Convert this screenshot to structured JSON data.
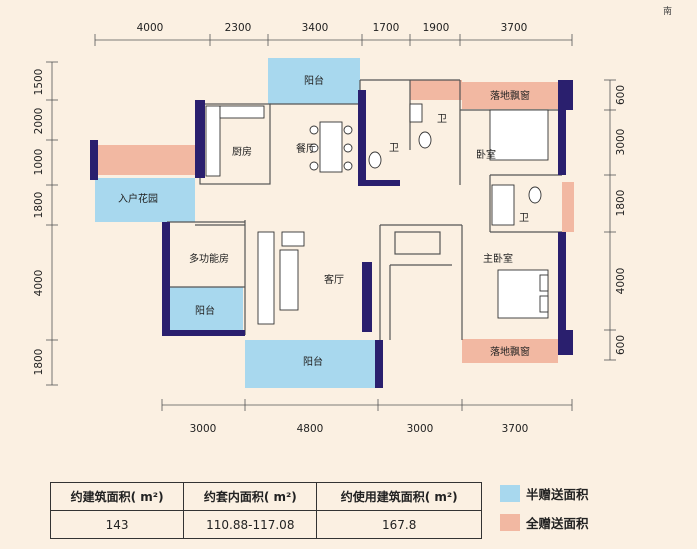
{
  "compass_label": "南",
  "dims": {
    "top": [
      "4000",
      "2300",
      "3400",
      "1700",
      "1900",
      "3700"
    ],
    "bottom": [
      "3000",
      "4800",
      "3000",
      "3700"
    ],
    "left": [
      "1500",
      "2000",
      "1000",
      "1800",
      "4000",
      "1800"
    ],
    "right": [
      "600",
      "3000",
      "1800",
      "4000",
      "600"
    ]
  },
  "rooms": {
    "balcony_top": "阳台",
    "kitchen": "厨房",
    "dining": "餐厅",
    "bath1": "卫",
    "bath2": "卫",
    "bath3": "卫",
    "bay_window_top": "落地飘窗",
    "bedroom": "卧室",
    "entry_garden": "入户花园",
    "multi_room": "多功能房",
    "balcony_left": "阳台",
    "living": "客厅",
    "master_bedroom": "主卧室",
    "bay_window_bottom": "落地飘窗",
    "balcony_bottom": "阳台"
  },
  "table": {
    "headers": [
      "约建筑面积( m²)",
      "约套内面积( m²)",
      "约使用建筑面积( m²)"
    ],
    "values": [
      "143",
      "110.88-117.08",
      "167.8"
    ]
  },
  "legend": {
    "half": {
      "label": "半赠送面积",
      "color": "#a8d8ee"
    },
    "full": {
      "label": "全赠送面积",
      "color": "#f2b8a2"
    }
  }
}
